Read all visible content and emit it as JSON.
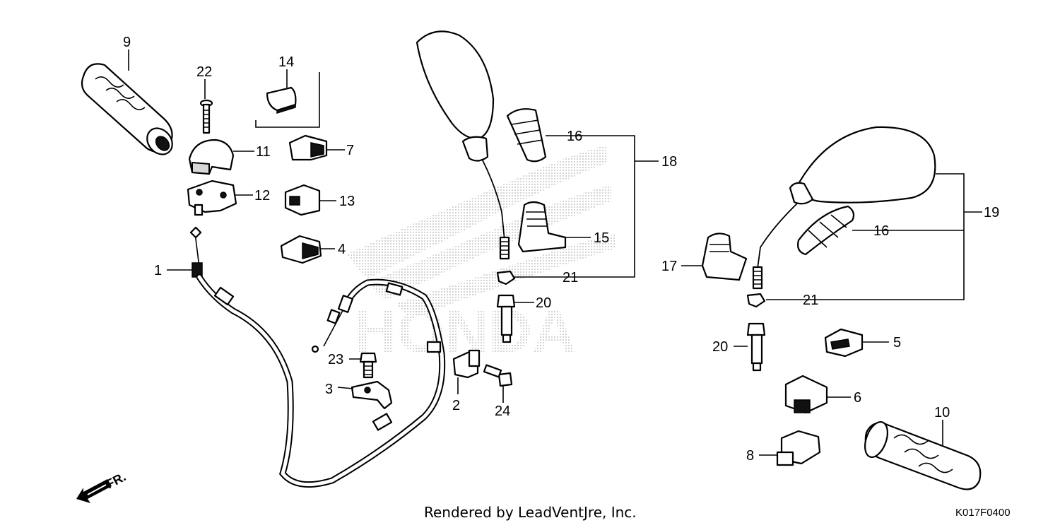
{
  "callouts": {
    "c1": "1",
    "c2": "2",
    "c3": "3",
    "c4": "4",
    "c5": "5",
    "c6": "6",
    "c7": "7",
    "c8": "8",
    "c9": "9",
    "c10": "10",
    "c11": "11",
    "c12": "12",
    "c13": "13",
    "c14": "14",
    "c15": "15",
    "c16a": "16",
    "c16b": "16",
    "c17": "17",
    "c18": "18",
    "c19": "19",
    "c20a": "20",
    "c20b": "20",
    "c21a": "21",
    "c21b": "21",
    "c22": "22",
    "c23": "23",
    "c24": "24"
  },
  "watermark": "HONDA",
  "front_marker": "FR.",
  "footer": {
    "credit": "Rendered by LeadVentJre, Inc.",
    "diagram_code": "K017F0400"
  }
}
